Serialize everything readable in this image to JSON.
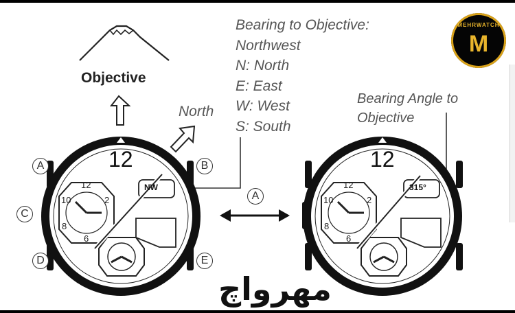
{
  "labels": {
    "objective": "Objective",
    "north": "North",
    "legend": [
      "Bearing to Objective:",
      "Northwest",
      "N: North",
      "E: East",
      "W: West",
      "S: South"
    ],
    "bearing_angle": [
      "Bearing Angle to",
      "Objective"
    ]
  },
  "buttons": {
    "a_left": "A",
    "b": "B",
    "c": "C",
    "d": "D",
    "e": "E",
    "a_center": "A"
  },
  "watch_left": {
    "twelve": "12",
    "display": "NW",
    "sub_dial": [
      "12",
      "2",
      "10",
      "8",
      "6"
    ]
  },
  "watch_right": {
    "twelve": "12",
    "display": "315°",
    "sub_dial": [
      "12",
      "2",
      "10",
      "8",
      "6"
    ]
  },
  "watermark": "مهرواچ",
  "logo": {
    "text": "MEHRWATCH",
    "glyph": "M"
  },
  "colors": {
    "logo_gold": "#d9a21a",
    "line": "#222222",
    "label_gray": "#555555"
  }
}
